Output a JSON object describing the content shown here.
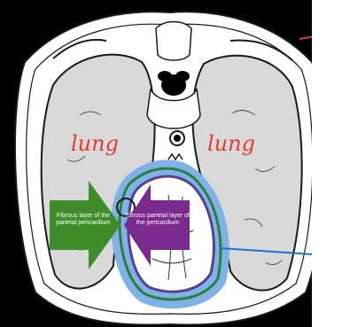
{
  "labels": {
    "fibrous": "Fibrous layer of the parietal pericardium",
    "serous": "Serous parietal layer of the pericardium",
    "lung_left": "lung",
    "lung_right": "lung"
  },
  "colors": {
    "background": "#000000",
    "body_fill": "#ffffff",
    "lung_fill": "#d9d9d9",
    "outline": "#1a1a1a",
    "fibrous_arrow": "#3e8d2a",
    "serous_arrow": "#7a2a8c",
    "pericardium_blue": "#7fb3e8",
    "pericardium_green": "#2f7d3a",
    "pericardium_purple": "#5a3f8f",
    "annotation_red": "#e53b30",
    "pointer_blue": "#1f6fd1"
  }
}
